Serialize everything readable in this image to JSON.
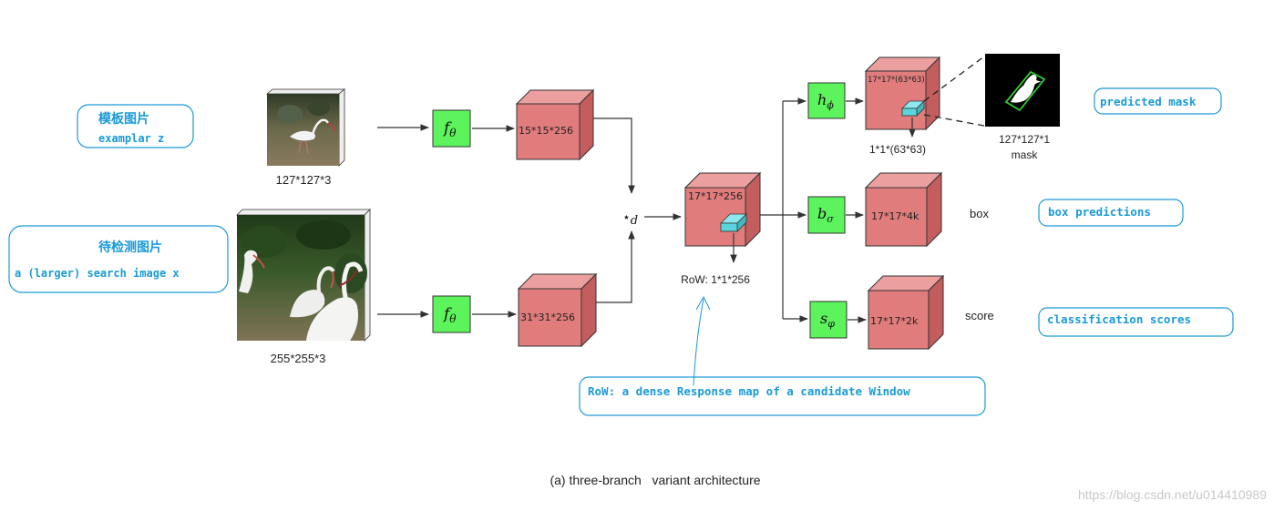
{
  "annotations": {
    "exemplar_cn": "模板图片",
    "exemplar_en": "examplar z",
    "search_cn": "待检测图片",
    "search_en": "a (larger) search image x",
    "predicted_mask": "predicted mask",
    "box_predictions": "box predictions",
    "classification_scores": "classification scores",
    "row_definition": "RoW: a dense Response map of a candidate Window"
  },
  "inputs": {
    "exemplar_size": "127*127*3",
    "search_size": "255*255*3"
  },
  "network": {
    "f_symbol": "f",
    "f_sub": "θ",
    "xcorr_symbol": "⋆",
    "xcorr_sub": "d",
    "h_symbol": "h",
    "h_sub": "ϕ",
    "b_symbol": "b",
    "b_sub": "σ",
    "s_symbol": "s",
    "s_sub": "φ"
  },
  "cubes": {
    "exemplar_feat": "15*15*256",
    "search_feat": "31*31*256",
    "response": "17*17*256",
    "mask_branch": "17*17*(63*63)",
    "box_branch": "17*17*4k",
    "score_branch": "17*17*2k"
  },
  "labels": {
    "row": "RoW: 1*1*256",
    "mask_vector": "1*1*(63*63)",
    "mask_size": "127*127*1",
    "mask_word": "mask",
    "box_word": "box",
    "score_word": "score"
  },
  "caption": "(a) three-branch   variant architecture",
  "watermark": "https://blog.csdn.net/u014410989",
  "colors": {
    "cube_front": "#e07c7c",
    "cube_top": "#ec9f9f",
    "cube_side": "#c45e5e",
    "func_box": "#5cf35c",
    "annotation_border": "#1a9ad6",
    "vector": "#58d6dc"
  }
}
